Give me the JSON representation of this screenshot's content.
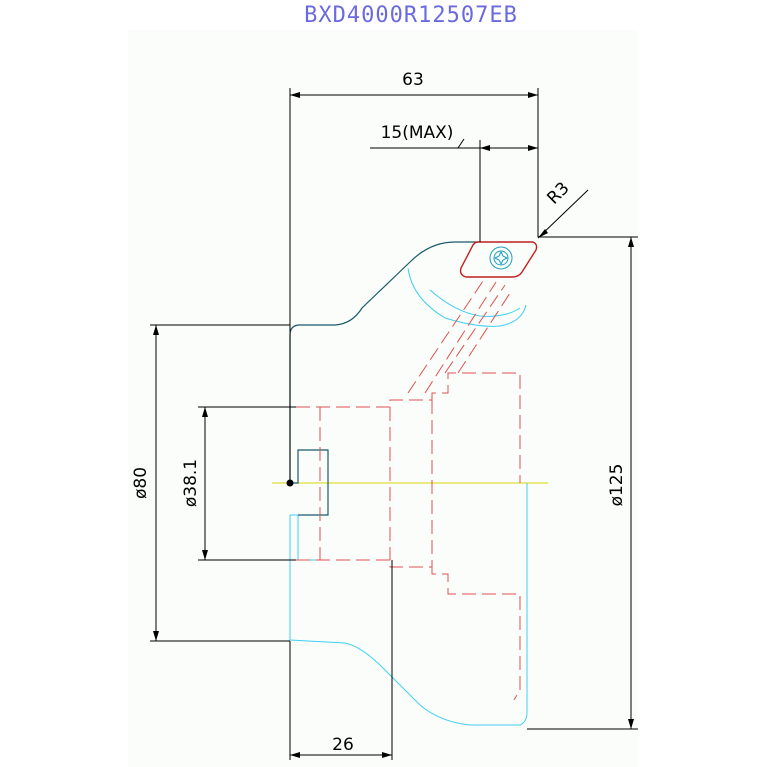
{
  "title": "BXD4000R12507EB",
  "colors": {
    "title": "#6a6ae0",
    "dimension": "#000000",
    "body_outline": "#1a5a6a",
    "hidden_lines": "#e05050",
    "cutter_profile": "#40d0f0",
    "insert": "#c02020",
    "screw": "#20a0c0",
    "centerline": "#d8d800",
    "page_tint": "#fbfdfb"
  },
  "dimensions": {
    "overall_length": "63",
    "max_depth": "15(MAX)",
    "corner_radius": "R3",
    "cutting_diameter": "ø125",
    "body_diameter": "ø80",
    "bore_diameter": "ø38.1",
    "hub_width": "26"
  },
  "icons": {
    "insert_screw": "torx-screw-icon"
  }
}
